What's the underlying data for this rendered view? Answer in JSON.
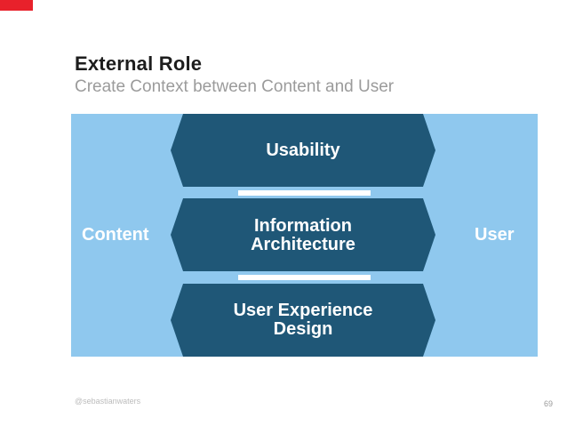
{
  "slide": {
    "title": "External Role",
    "subtitle": "Create Context between Content and User",
    "footer_handle": "@sebastianwaters",
    "page_number": "69"
  },
  "diagram": {
    "left_label": "Content",
    "right_label": "User",
    "stages": [
      {
        "line1": "Usability",
        "line2": ""
      },
      {
        "line1": "Information",
        "line2": "Architecture"
      },
      {
        "line1": "User Experience",
        "line2": "Design"
      }
    ],
    "colors": {
      "accent_bar_red": "#e8212b",
      "panel_light_blue": "#8fc8ee",
      "shape_dark_blue": "#1f5777",
      "separator_white": "#ffffff",
      "title_text": "#1d1d1d",
      "subtitle_text": "#9b9b9b"
    }
  }
}
